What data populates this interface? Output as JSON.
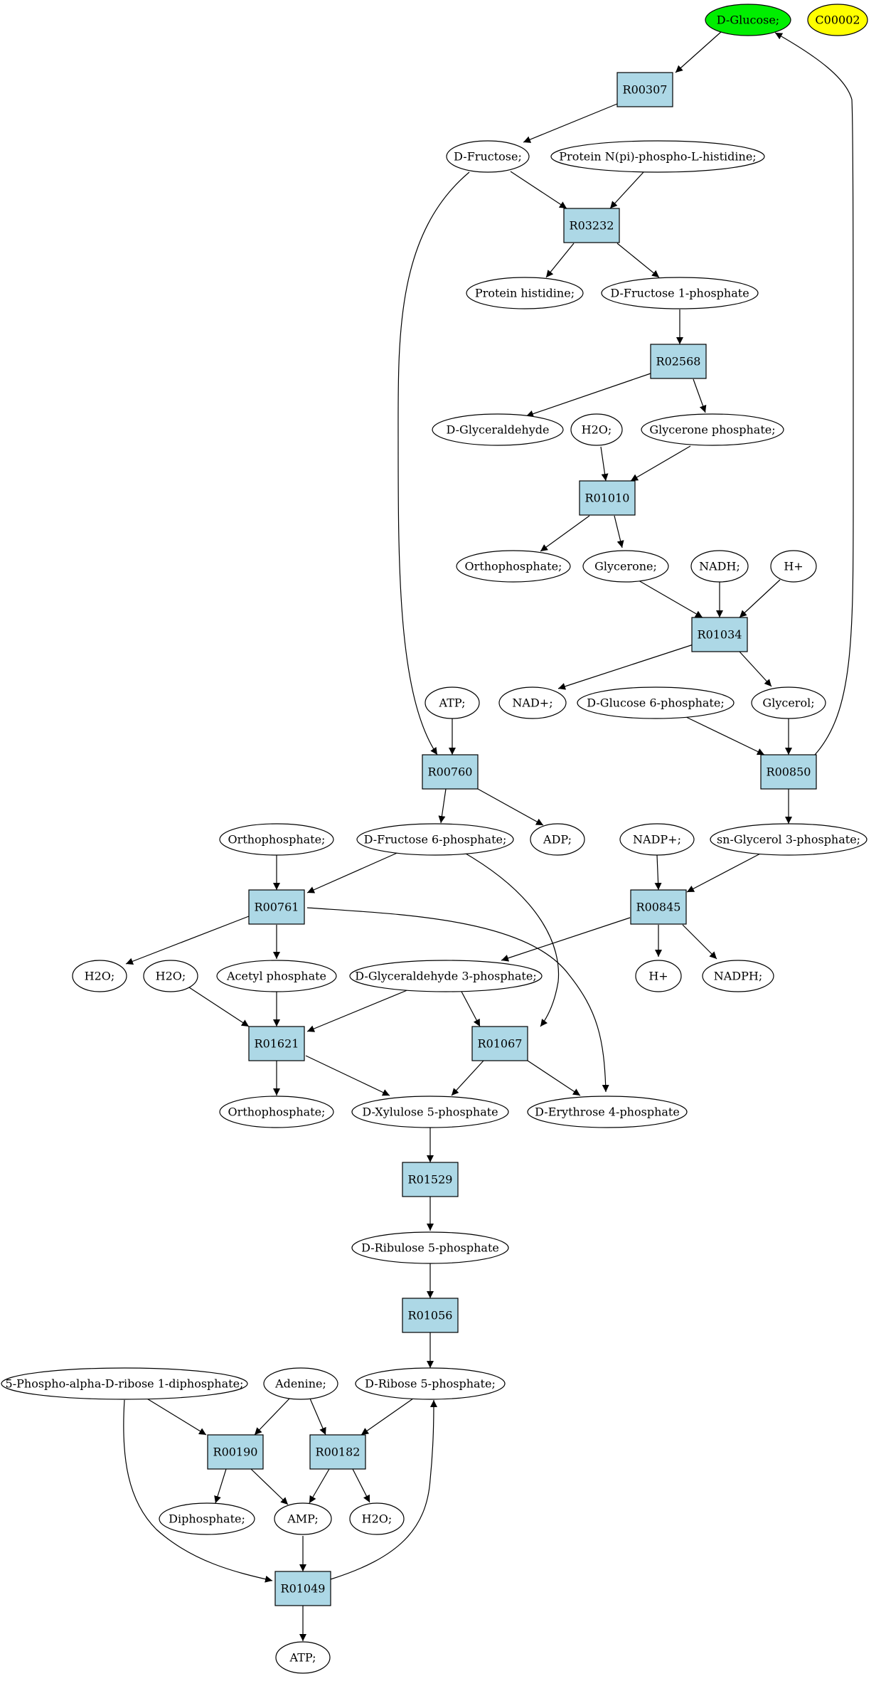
{
  "colors": {
    "reaction": "#add8e6",
    "compound": "#ffffff",
    "start": "#00ee00",
    "highlight": "#ffff00"
  },
  "compounds": {
    "glucose": "D-Glucose;",
    "c00002": "C00002",
    "fructose": "D-Fructose;",
    "protein_nphis": "Protein N(pi)-phospho-L-histidine;",
    "protein_his": "Protein histidine;",
    "fructose_1p": "D-Fructose 1-phosphate",
    "glyceraldehyde": "D-Glyceraldehyde",
    "h2o_a": "H2O;",
    "glycerone_p": "Glycerone phosphate;",
    "orthophosphate_a": "Orthophosphate;",
    "glycerone": "Glycerone;",
    "nadh": "NADH;",
    "hplus_a": "H+",
    "nadplus": "NAD+;",
    "atp_a": "ATP;",
    "glucose_6p": "D-Glucose 6-phosphate;",
    "glycerol": "Glycerol;",
    "orthophosphate_b": "Orthophosphate;",
    "fructose_6p": "D-Fructose 6-phosphate;",
    "adp": "ADP;",
    "nadpplus": "NADP+;",
    "sn_glycerol_3p": "sn-Glycerol 3-phosphate;",
    "h2o_b": "H2O;",
    "h2o_c": "H2O;",
    "acetyl_p": "Acetyl phosphate",
    "glyceraldehyde_3p": "D-Glyceraldehyde 3-phosphate;",
    "hplus_b": "H+",
    "nadph": "NADPH;",
    "orthophosphate_c": "Orthophosphate;",
    "xylulose_5p": "D-Xylulose 5-phosphate",
    "erythrose_4p": "D-Erythrose 4-phosphate",
    "ribulose_5p": "D-Ribulose 5-phosphate",
    "prpp": "5-Phospho-alpha-D-ribose 1-diphosphate;",
    "adenine": "Adenine;",
    "ribose_5p": "D-Ribose 5-phosphate;",
    "diphosphate": "Diphosphate;",
    "amp": "AMP;",
    "h2o_d": "H2O;",
    "atp_b": "ATP;"
  },
  "reactions": {
    "r00307": "R00307",
    "r03232": "R03232",
    "r02568": "R02568",
    "r01010": "R01010",
    "r01034": "R01034",
    "r00760": "R00760",
    "r00850": "R00850",
    "r00761": "R00761",
    "r00845": "R00845",
    "r01621": "R01621",
    "r01067": "R01067",
    "r01529": "R01529",
    "r01056": "R01056",
    "r00190": "R00190",
    "r00182": "R00182",
    "r01049": "R01049"
  }
}
